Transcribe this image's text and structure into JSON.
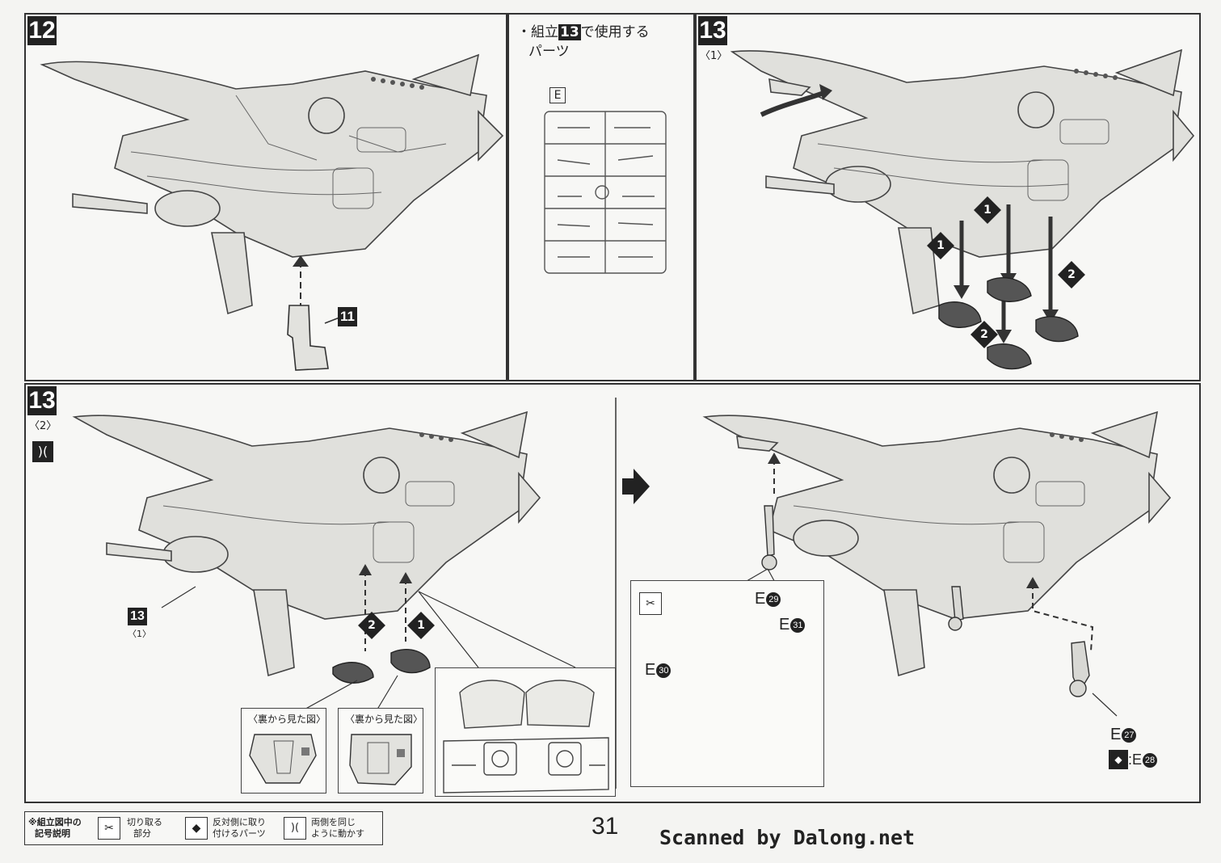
{
  "steps": {
    "s12": {
      "number": "12",
      "callout": "11"
    },
    "parts_note": {
      "prefix": "・組立",
      "ref": "13",
      "suffix": "で使用する",
      "line2": "パーツ",
      "runner": "E"
    },
    "s13a": {
      "number": "13",
      "sub": "〈1〉",
      "c1": "1",
      "c2": "2"
    },
    "s13b": {
      "number": "13",
      "sub": "〈2〉",
      "ref_number": "13",
      "ref_sub": "〈1〉",
      "c1": "1",
      "c2": "2",
      "view_back": "〈裏から見た図〉"
    },
    "s13c": {
      "e29": "E",
      "n29": "29",
      "e30": "E",
      "n30": "30",
      "e31": "E",
      "n31": "31",
      "e27": "E",
      "n27": "27",
      "e28": ":E",
      "n28": "28"
    }
  },
  "legend": {
    "title1": "※組立図中の",
    "title2": "記号説明",
    "cut1": "切り取る",
    "cut2": "部分",
    "opp1": "反対側に取り",
    "opp2": "付けるパーツ",
    "move1": "両側を同じ",
    "move2": "ように動かす"
  },
  "page_number": "31",
  "scanner": "Scanned by Dalong.net"
}
